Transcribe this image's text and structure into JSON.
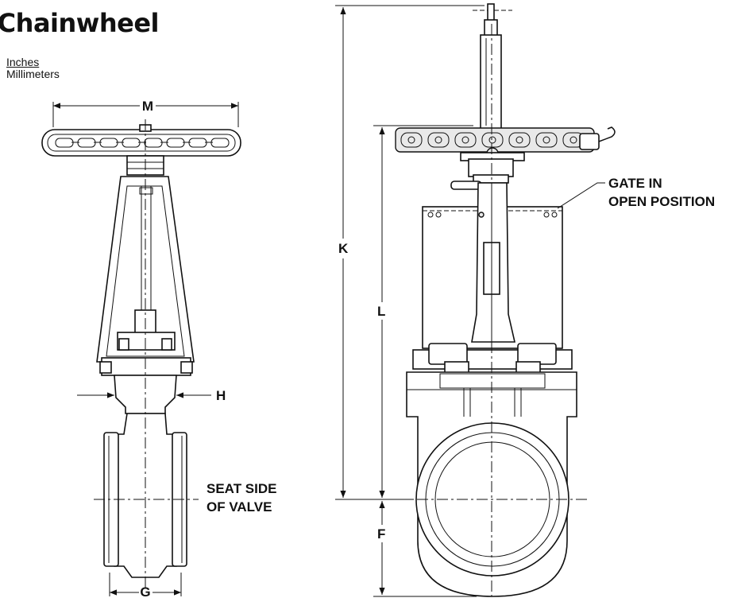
{
  "title": "Chainwheel",
  "units": {
    "inches": "Inches",
    "millimeters": "Millimeters"
  },
  "dimensions": {
    "m": "M",
    "h": "H",
    "g": "G",
    "k": "K",
    "l": "L",
    "f": "F"
  },
  "notes": {
    "gate_line1": "GATE IN",
    "gate_line2": "OPEN POSITION",
    "seat_line1": "SEAT SIDE",
    "seat_line2": "OF VALVE"
  }
}
